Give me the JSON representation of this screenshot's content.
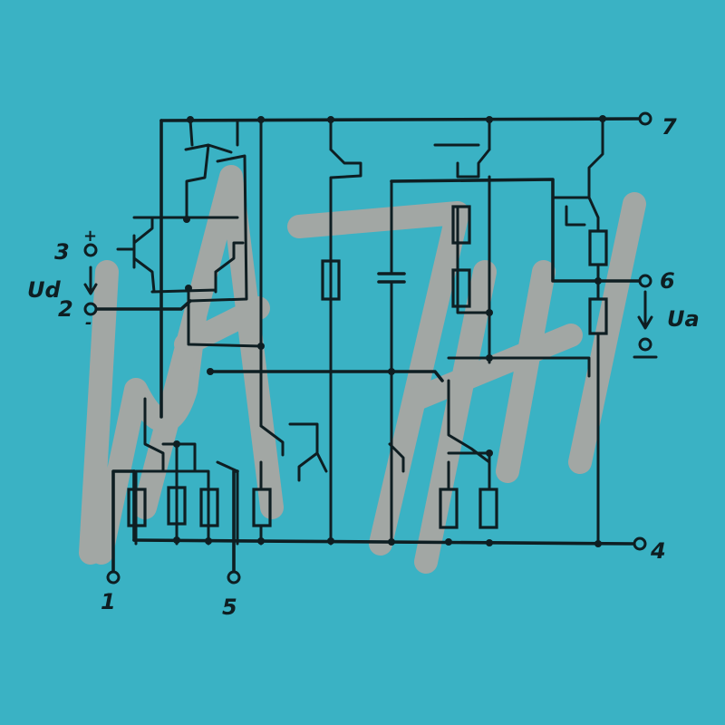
{
  "colors": {
    "background": "#3ab2c4",
    "ink": "#0e1e22",
    "watermark": "#a2a7a4"
  },
  "watermark": {
    "text": "µA741"
  },
  "terminals": {
    "pin1": "1",
    "pin2": "2",
    "pin3": "3",
    "pin4": "4",
    "pin5": "5",
    "pin6": "6",
    "pin7": "7"
  },
  "annotations": {
    "input_voltage": "Ud",
    "output_voltage": "Ua",
    "plus": "+",
    "minus": "-"
  }
}
